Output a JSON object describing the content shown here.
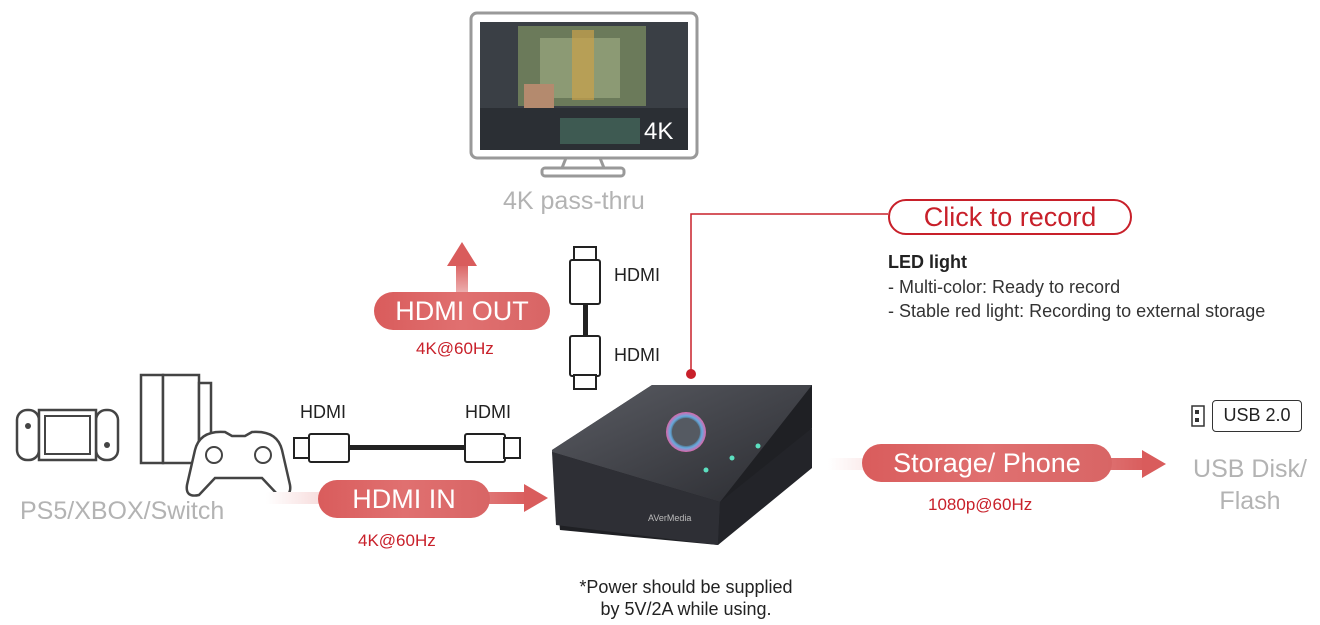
{
  "monitor": {
    "badge": "4K",
    "caption": "4K pass-thru"
  },
  "hdmi_out": {
    "label": "HDMI OUT",
    "sub": "4K@60Hz"
  },
  "hdmi_in": {
    "label": "HDMI IN",
    "sub": "4K@60Hz"
  },
  "storage": {
    "label": "Storage/ Phone",
    "sub": "1080p@60Hz"
  },
  "cable_labels": {
    "vertical_top": "HDMI",
    "vertical_bottom": "HDMI",
    "horizontal_left": "HDMI",
    "horizontal_right": "HDMI"
  },
  "source": {
    "caption": "PS5/XBOX/Switch"
  },
  "record": {
    "label": "Click to record"
  },
  "led": {
    "title": "LED light",
    "lines": [
      "- Multi-color: Ready to record",
      "- Stable red light: Recording to external storage"
    ]
  },
  "usb": {
    "badge": "USB 2.0",
    "caption_line1": "USB Disk/",
    "caption_line2": "Flash"
  },
  "device": {
    "brand": "AVerMedia"
  },
  "power_note": {
    "line1": "*Power should be supplied",
    "line2": "by 5V/2A while using."
  },
  "colors": {
    "accent_red": "#c8202a",
    "pill_red": "#dc6464",
    "grey_text": "#b3b3b3"
  }
}
